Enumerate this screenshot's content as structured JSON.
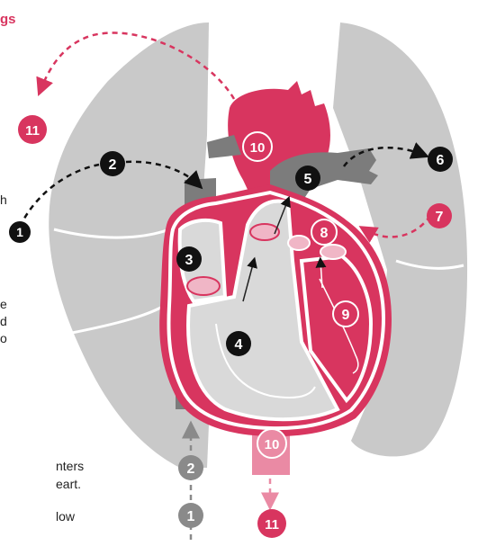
{
  "left_text_fragments": {
    "title_tail": "gs",
    "f1": "h",
    "f2": "e",
    "f3": "d",
    "f4": "o",
    "f5": "nters",
    "f6": "eart.",
    "f7": "low"
  },
  "markers": {
    "m1": "1",
    "m2": "2",
    "m3": "3",
    "m4": "4",
    "m5": "5",
    "m6": "6",
    "m7": "7",
    "m8": "8",
    "m9": "9",
    "m10_aorta": "10",
    "m10_vein": "10",
    "m11_top": "11",
    "m11_bottom": "11",
    "m2_vein": "2",
    "m1_vein": "1"
  },
  "colors": {
    "crimson": "#d8355f",
    "pink_light": "#ea8aa4",
    "lung_gray": "#c9c9c9",
    "vessel_gray": "#7c7c7c",
    "chamber_gray": "#d9d9d9",
    "black": "#111111"
  }
}
